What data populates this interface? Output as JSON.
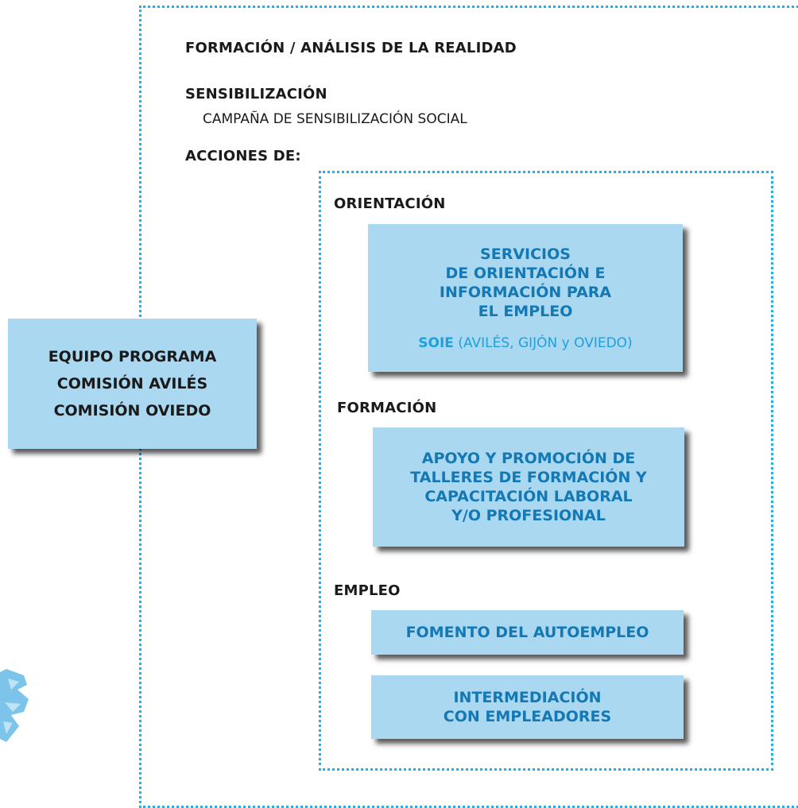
{
  "sections": {
    "formacion_analisis": "FORMACIÓN / ANÁLISIS DE LA REALIDAD",
    "sensibilizacion": "SENSIBILIZACIÓN",
    "campana": "CAMPAÑA DE SENSIBILIZACIÓN SOCIAL",
    "acciones": "ACCIONES DE:"
  },
  "equipo_box": {
    "text": "EQUIPO PROGRAMA\nCOMISIÓN AVILÉS\nCOMISIÓN OVIEDO"
  },
  "acciones": {
    "orientacion": {
      "heading": "ORIENTACIÓN",
      "box_title": "SERVICIOS\nDE ORIENTACIÓN E\nINFORMACIÓN PARA\nEL EMPLEO",
      "soie_label": "SOIE",
      "soie_detail": " (AVILÉS, GIJÓN y OVIEDO)"
    },
    "formacion": {
      "heading": "FORMACIÓN",
      "box_title": "APOYO Y PROMOCIÓN DE\nTALLERES DE FORMACIÓN Y\nCAPACITACIÓN LABORAL\nY/O PROFESIONAL"
    },
    "empleo": {
      "heading": "EMPLEO",
      "box1_title": "FOMENTO DEL AUTOEMPLEO",
      "box2_title": "INTERMEDIACIÓN\nCON EMPLEADORES"
    }
  },
  "colors": {
    "box_fill": "#a9d8f0",
    "title_blue": "#1478b4",
    "soie_blue": "#1ea0dc",
    "dotted_line": "#33a8dd"
  }
}
